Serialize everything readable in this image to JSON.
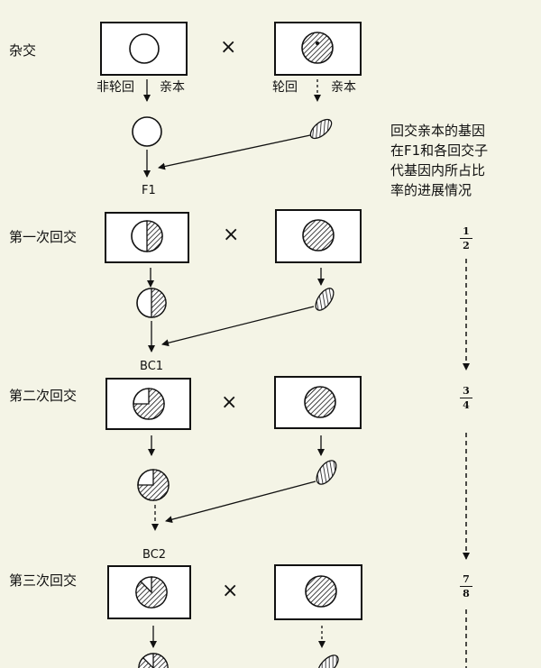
{
  "rows": [
    {
      "label": "杂交",
      "female_label": "非轮回",
      "male_label": "轮回",
      "parent_suffix": "亲本",
      "generation": "F1"
    },
    {
      "label": "第一次回交",
      "generation": "BC1"
    },
    {
      "label": "第二次回交",
      "generation": "BC2"
    },
    {
      "label": "第三次回交"
    }
  ],
  "cross_symbol": "×",
  "note": [
    "回交亲本的基因",
    "在F1和各回交子",
    "代基因内所占比",
    "率的进展情况"
  ],
  "fractions": [
    {
      "num": "1",
      "den": "2"
    },
    {
      "num": "3",
      "den": "4"
    },
    {
      "num": "7",
      "den": "8"
    }
  ],
  "recurrent_share": [
    0,
    0.5,
    0.75,
    0.875
  ],
  "colors": {
    "background": "#f4f4e6",
    "ink": "#111111"
  }
}
